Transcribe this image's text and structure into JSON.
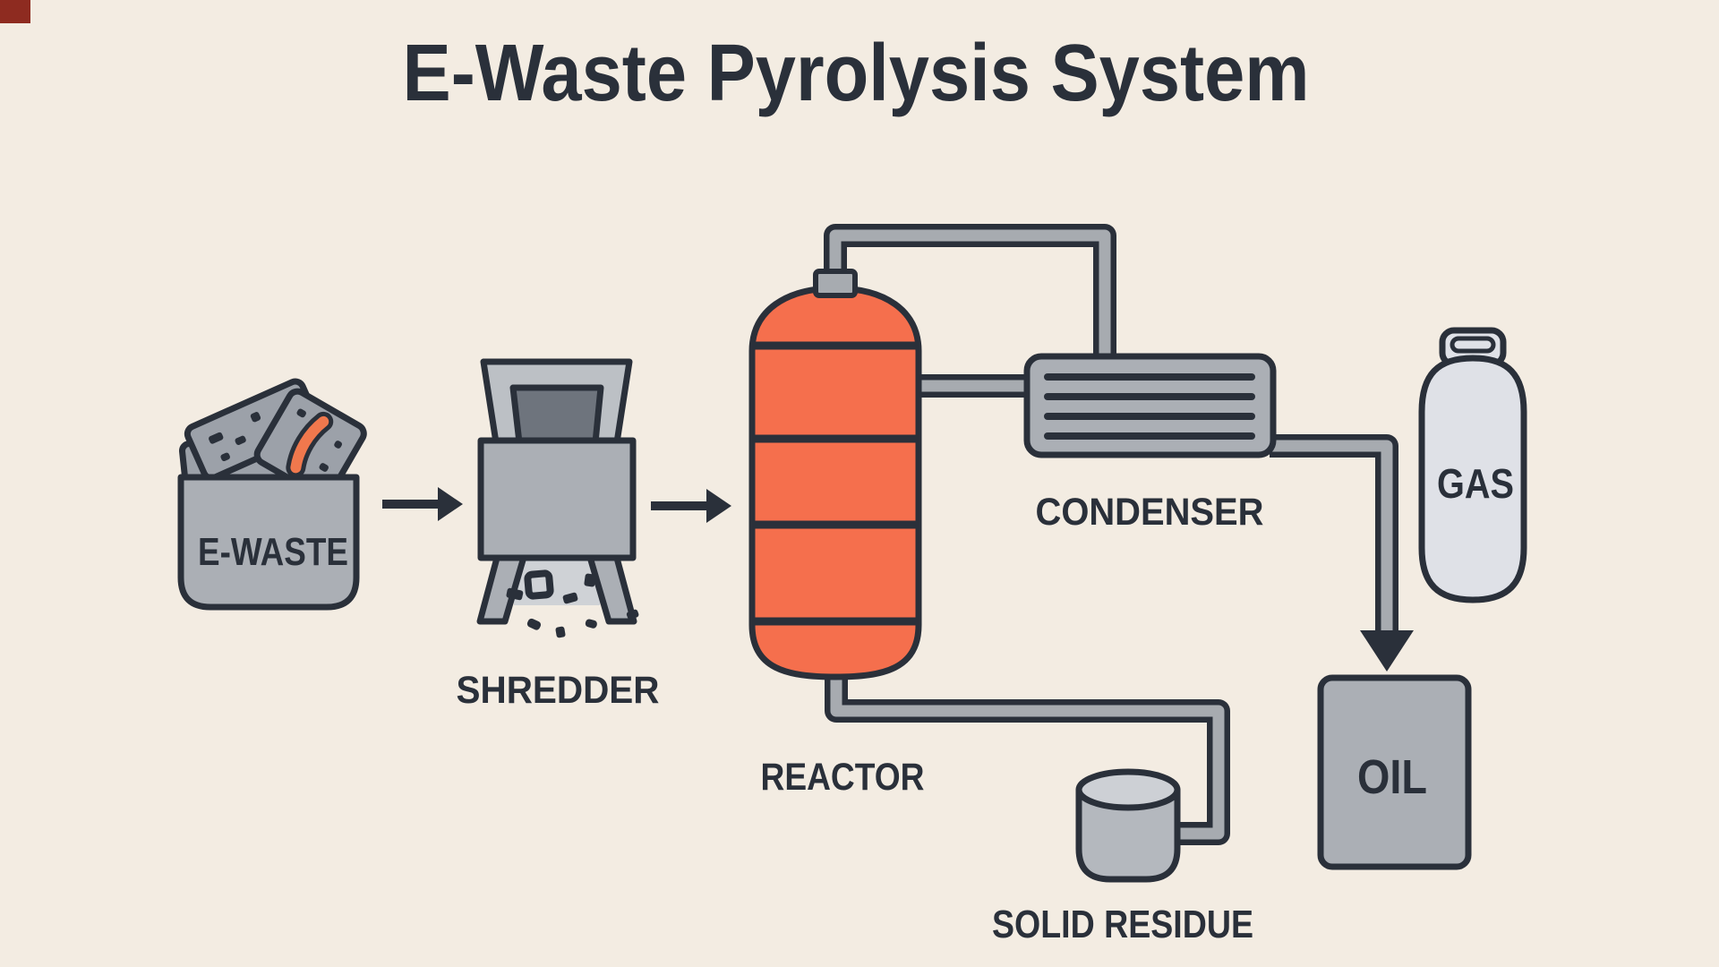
{
  "title": "E-Waste Pyrolysis System",
  "diagram": {
    "type": "process-flow",
    "nodes": {
      "ewaste": {
        "label": "E-WASTE"
      },
      "shredder": {
        "label": "SHREDDER"
      },
      "reactor": {
        "label": "REACTOR"
      },
      "condenser": {
        "label": "CONDENSER"
      },
      "gas": {
        "label": "GAS"
      },
      "oil": {
        "label": "OIL"
      },
      "solid_residue": {
        "label": "SOLID RESIDUE"
      }
    },
    "connections": [
      {
        "from": "E-WASTE",
        "to": "SHREDDER",
        "style": "arrow"
      },
      {
        "from": "SHREDDER",
        "to": "REACTOR",
        "style": "arrow"
      },
      {
        "from": "REACTOR",
        "to": "CONDENSER",
        "style": "pipe (top outlet)"
      },
      {
        "from": "REACTOR",
        "to": "CONDENSER",
        "style": "pipe (side outlet)"
      },
      {
        "from": "CONDENSER",
        "to": "OIL",
        "style": "pipe with arrow"
      },
      {
        "from": "REACTOR",
        "to": "SOLID RESIDUE",
        "style": "pipe (bottom outlet)"
      }
    ]
  },
  "colors": {
    "bg": "#F3ECE2",
    "outline": "#2A303A",
    "text": "#2A303A",
    "orange": "#F56F4D",
    "board_accent": "#F0784D",
    "machine": "#ABAFB5",
    "machine_light": "#BCC0C5",
    "slot": "#6E747D",
    "apron": "#CFD2D6",
    "pipe": "#A7ABB0",
    "bottle": "#DFE1E7",
    "pot": "#B4B8BE",
    "pot_top": "#CDD0D5",
    "board": "#9CA1A9",
    "corner_mark": "#8E2B20"
  }
}
